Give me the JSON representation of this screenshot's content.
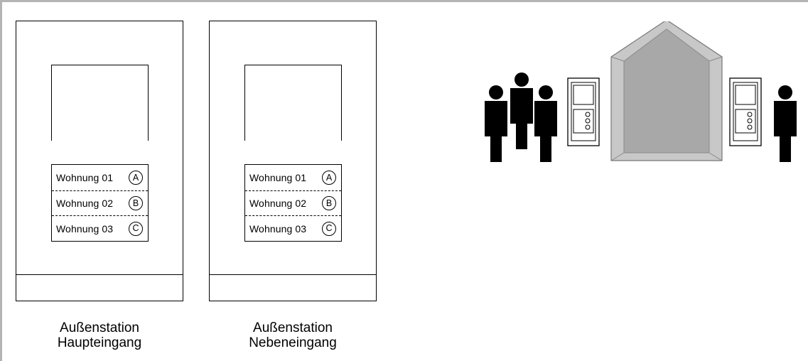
{
  "stations": [
    {
      "label_line1": "Außenstation",
      "label_line2": "Haupteingang",
      "rows": [
        {
          "label": "Wohnung 01",
          "key": "A"
        },
        {
          "label": "Wohnung 02",
          "key": "B"
        },
        {
          "label": "Wohnung 03",
          "key": "C"
        }
      ]
    },
    {
      "label_line1": "Außenstation",
      "label_line2": "Nebeneingang",
      "rows": [
        {
          "label": "Wohnung 01",
          "key": "A"
        },
        {
          "label": "Wohnung 02",
          "key": "B"
        },
        {
          "label": "Wohnung 03",
          "key": "C"
        }
      ]
    }
  ],
  "colors": {
    "frame": "#b4b4b4",
    "house_outer": "#c8c8c8",
    "house_inner": "#a8a8a8",
    "people": "#000000"
  }
}
